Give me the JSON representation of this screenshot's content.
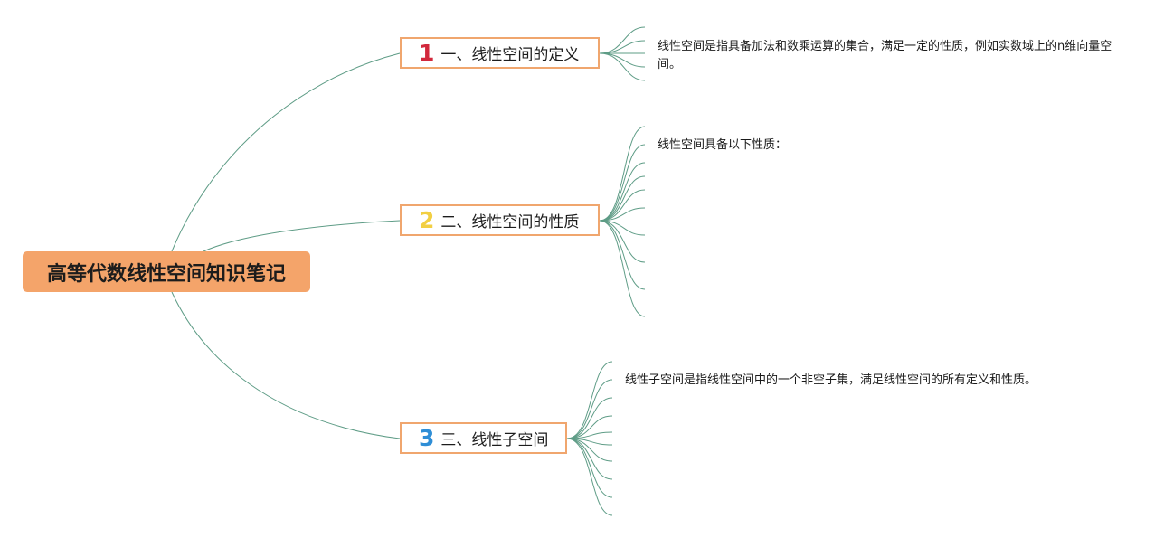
{
  "root": {
    "title": "高等代数线性空间知识笔记",
    "color": "#f4a46a"
  },
  "branches": [
    {
      "number": "1",
      "number_color": "#d2283c",
      "label": "一、线性空间的定义",
      "leaf_text": "线性空间是指具备加法和数乘运算的集合，满足一定的性质，例如实数域上的n维向量空间。"
    },
    {
      "number": "2",
      "number_color": "#f2cf43",
      "label": "二、线性空间的性质",
      "leaf_text": "线性空间具备以下性质："
    },
    {
      "number": "3",
      "number_color": "#2f8ed6",
      "label": "三、线性子空间",
      "leaf_text": "线性子空间是指线性空间中的一个非空子集，满足线性空间的所有定义和性质。"
    }
  ],
  "colors": {
    "connector": "#5e9c86",
    "branch_border": "#f0a66e"
  }
}
